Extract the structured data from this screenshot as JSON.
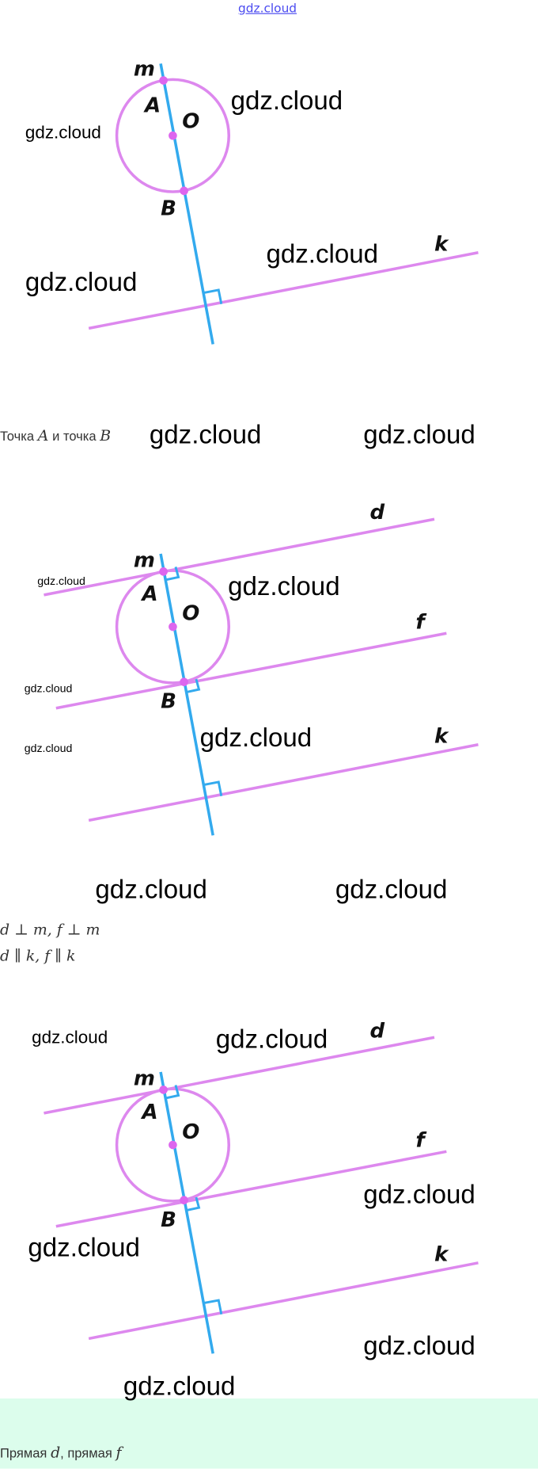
{
  "header": {
    "link": "gdz.cloud"
  },
  "watermark": "gdz.cloud",
  "figure1": {
    "labels": {
      "m": "m",
      "A": "A",
      "O": "O",
      "B": "B",
      "k": "k"
    }
  },
  "text1": {
    "prefix": "Точка",
    "a": "A",
    "middle": "и точка",
    "b": "B"
  },
  "figure2": {
    "labels": {
      "d": "d",
      "m": "m",
      "A": "A",
      "O": "O",
      "f": "f",
      "B": "B",
      "k": "k"
    }
  },
  "math": {
    "line1": "d ⊥ m,  f ⊥ m",
    "line2": "d ∥ k,  f ∥ k"
  },
  "answer": {
    "prefix": "Прямая",
    "d": "d",
    "middle": ", прямая",
    "f": "f"
  },
  "colors": {
    "line_pink": "#dd88ee",
    "line_blue": "#33aaee",
    "answer_bg": "#dcfdec"
  }
}
